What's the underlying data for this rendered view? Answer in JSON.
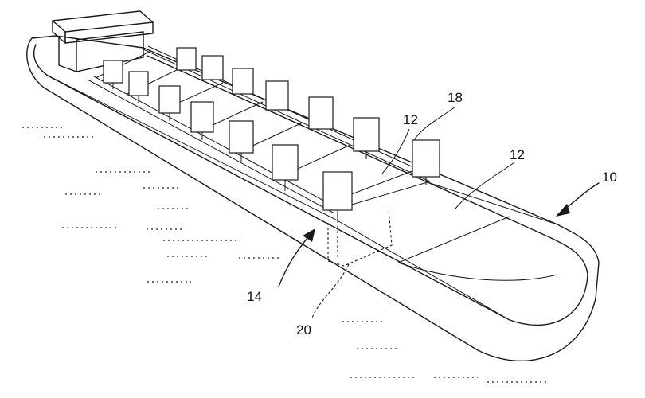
{
  "figure": {
    "labels": {
      "ship": "10",
      "deck_left": "12",
      "deck_right": "12",
      "sail_unit": "18",
      "sail_row": "14",
      "underwater_part": "20"
    },
    "sail_count": 14,
    "colors": {
      "line": "#1a1a1a",
      "background": "#ffffff"
    }
  }
}
